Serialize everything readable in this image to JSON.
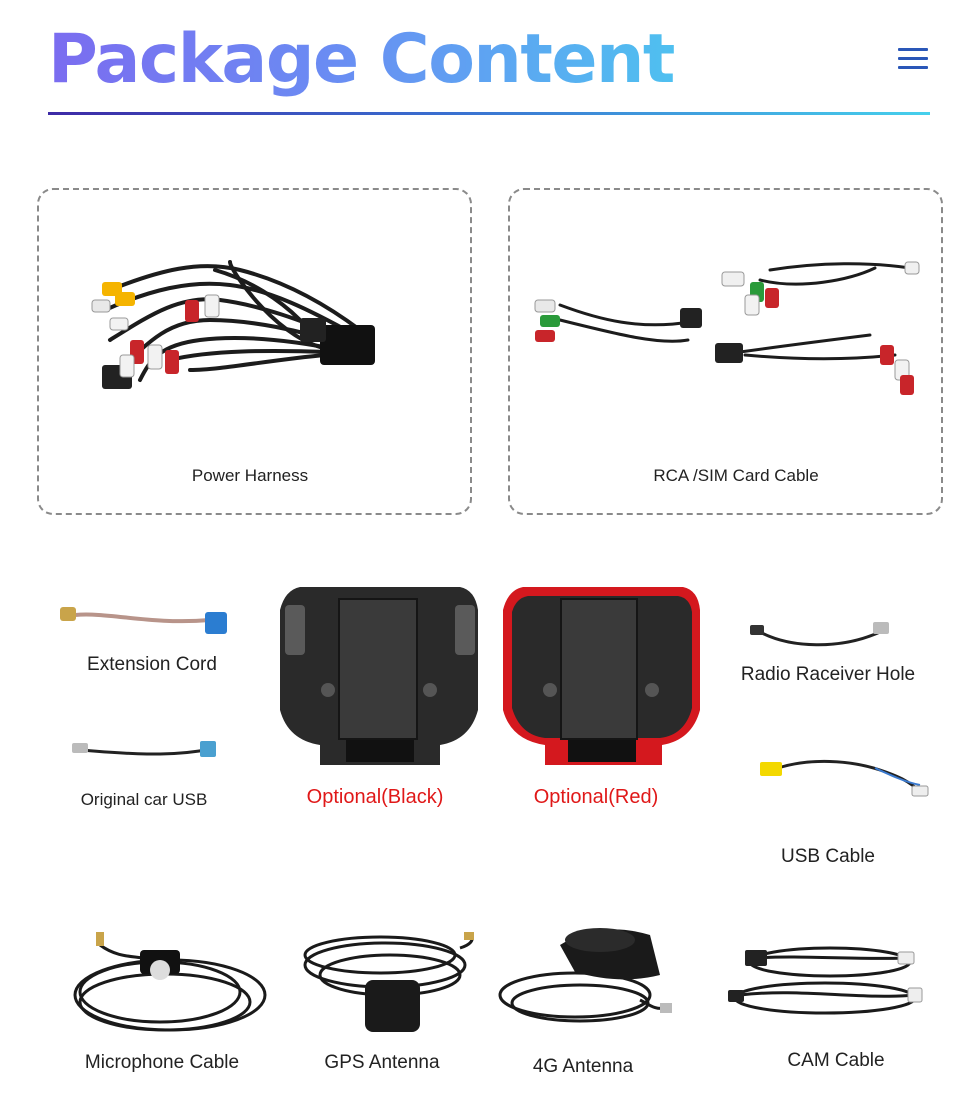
{
  "header": {
    "title": "Package Content",
    "menu_icon": "hamburger-menu-icon"
  },
  "colors": {
    "title_gradient": [
      "#7b6cf0",
      "#6a8cf3",
      "#4fc0f0"
    ],
    "optional_label": "#e01818",
    "menu": "#2a57b8"
  },
  "items": {
    "power_harness": "Power Harness",
    "rca_sim_cable": "RCA /SIM Card Cable",
    "extension_cord": "Extension Cord",
    "original_car_usb": "Original car USB",
    "optional_black": "Optional(Black)",
    "optional_red": "Optional(Red)",
    "radio_receiver_hole": "Radio Raceiver Hole",
    "usb_cable": "USB Cable",
    "microphone_cable": "Microphone Cable",
    "gps_antenna": "GPS Antenna",
    "antenna_4g": "4G Antenna",
    "cam_cable": "CAM Cable"
  }
}
